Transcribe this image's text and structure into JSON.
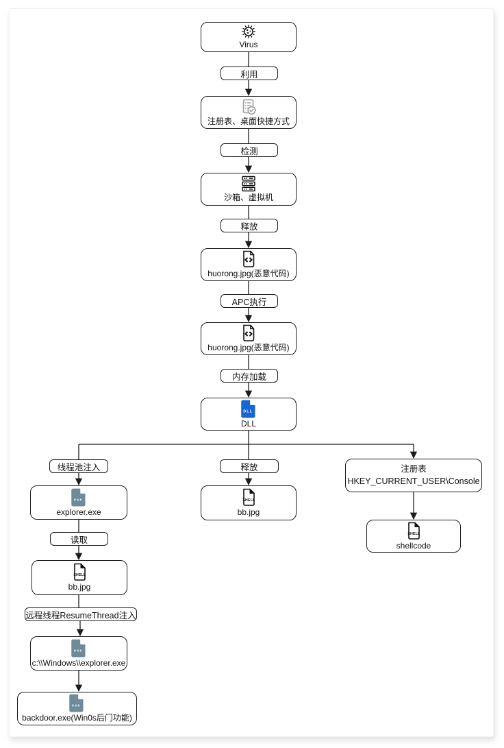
{
  "diagram": {
    "nodes": {
      "virus": {
        "label": "Virus",
        "icon": "virus-icon"
      },
      "registry_shortcut": {
        "label": "注册表、桌面快捷方式",
        "icon": "checklist-icon"
      },
      "sandbox_vm": {
        "label": "沙箱、虚拟机",
        "icon": "server-icon"
      },
      "huorong_1": {
        "label": "huorong.jpg(恶意代码)",
        "icon": "code-file-icon"
      },
      "huorong_2": {
        "label": "huorong.jpg(恶意代码)",
        "icon": "code-file-icon"
      },
      "dll": {
        "label": "DLL",
        "icon": "dll-file-icon"
      },
      "explorer": {
        "label": "explorer.exe",
        "icon": "exe-file-icon"
      },
      "bb_left": {
        "label": "bb.jpg",
        "icon": "shell-file-icon"
      },
      "windows_explorer": {
        "label": "c:\\\\Windows\\\\explorer.exe",
        "icon": "exe-file-icon"
      },
      "backdoor": {
        "label": "backdoor.exe(Win0s后门功能)",
        "icon": "exe-file-icon"
      },
      "bb_mid": {
        "label": "bb.jpg",
        "icon": "shell-file-icon"
      },
      "registry_console": {
        "line1": "注册表",
        "line2": "HKEY_CURRENT_USER\\Console"
      },
      "shellcode": {
        "label": "shellcode",
        "icon": "shell-file-icon"
      }
    },
    "edge_labels": {
      "exploit": "利用",
      "detect": "检测",
      "release_1": "释放",
      "apc_exec": "APC执行",
      "memory_load": "内存加载",
      "threadpool_inject": "线程池注入",
      "read": "读取",
      "resume_thread_inject": "远程线程ResumeThread注入",
      "release_2": "释放"
    },
    "icon_text": {
      "dll": "DLL",
      "exe": "exe",
      "shell": "SHELL"
    },
    "colors": {
      "dll_blue": "#1567d3",
      "exe_slate": "#6f8a99",
      "checklist_gray": "#9e9e9e",
      "line": "#1c1c1c"
    }
  }
}
